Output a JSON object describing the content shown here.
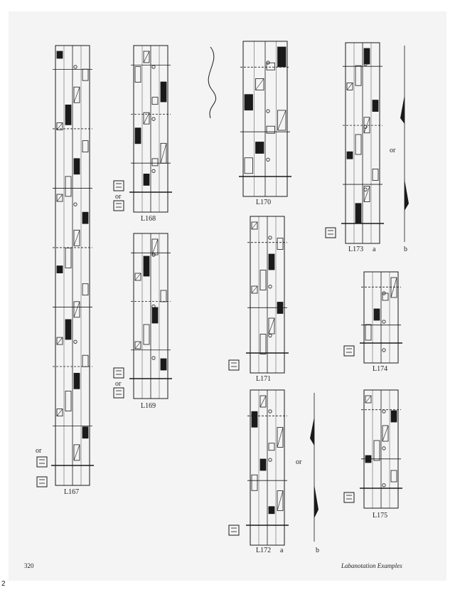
{
  "page": {
    "number": "320",
    "running_title": "Labanotation Examples",
    "edge_mark": "2"
  },
  "examples": [
    {
      "label": "L167",
      "connective": "or"
    },
    {
      "label": "L168",
      "connective": "or"
    },
    {
      "label": "L169",
      "connective": "or"
    },
    {
      "label": "L170"
    },
    {
      "label": "L171"
    },
    {
      "label": "L172",
      "parts": [
        "a",
        "b"
      ],
      "connective": "or"
    },
    {
      "label": "L173",
      "parts": [
        "a",
        "b"
      ],
      "connective": "or"
    },
    {
      "label": "L174"
    },
    {
      "label": "L175"
    }
  ],
  "colors": {
    "ink": "#1a1a1a",
    "paper": "#f4f4f4"
  }
}
